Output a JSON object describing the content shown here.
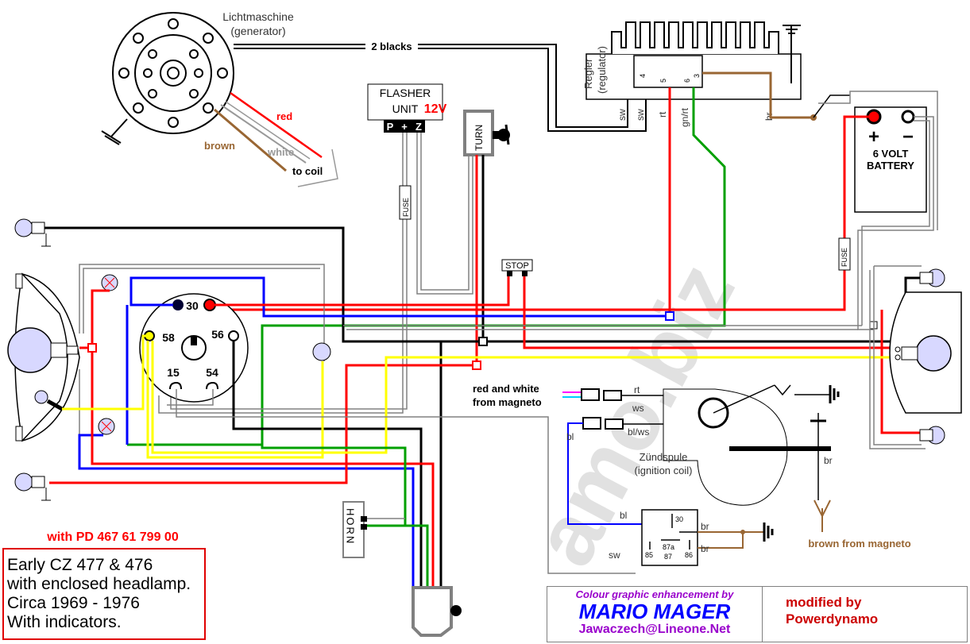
{
  "generator": {
    "label_de": "Lichtmaschine",
    "label_en": "(generator)"
  },
  "wires_top": {
    "two_blacks": "2 blacks",
    "red": "red",
    "brown": "brown",
    "white": "white",
    "to_coil": "to coil"
  },
  "flasher": {
    "title": "FLASHER",
    "unit": "UNIT",
    "voltage": "12V",
    "terminals": [
      "P",
      "+",
      "Z"
    ]
  },
  "fuse_label": "FUSE",
  "turn_switch": "TURN",
  "stop_switch": "STOP",
  "regulator": {
    "label_de": "Regler",
    "label_en": "(regulator)",
    "pins": [
      "4",
      "5",
      "6",
      "3"
    ],
    "wire_labels": [
      "sw",
      "sw",
      "rt",
      "gn/rt",
      "br"
    ]
  },
  "battery": {
    "plus": "+",
    "minus": "−",
    "title": "6 VOLT",
    "subtitle": "BATTERY"
  },
  "ignition_switch": {
    "terminals": [
      "30",
      "58",
      "56",
      "15",
      "54"
    ]
  },
  "magneto": {
    "label": "red and white\nfrom magneto",
    "line1": "red and white",
    "line2": "from magneto"
  },
  "coil_wires": {
    "rt": "rt",
    "ws": "ws",
    "bl": "bl",
    "blws": "bl/ws",
    "br": "br"
  },
  "ignition_coil": {
    "label_de": "Zündspule",
    "label_en": "(ignition coil)"
  },
  "relay": {
    "pins": [
      "30",
      "87a",
      "87",
      "85",
      "86"
    ],
    "bl": "bl",
    "br1": "br",
    "br2": "br",
    "sw": "sw"
  },
  "brown_from_magneto": "brown from magneto",
  "horn": "HORN",
  "part_number": "with PD  467 61 799 00",
  "info_lines": [
    "Early CZ 477 & 476",
    "with enclosed headlamp.",
    "Circa 1969 - 1976",
    "With indicators."
  ],
  "credit": {
    "line1": "Colour graphic enhancement by",
    "name": "MARIO MAGER",
    "email": "Jawaczech@Lineone.Net",
    "modified": "modified by",
    "modifier": "Powerdynamo"
  },
  "watermark": "amo.biz",
  "colors": {
    "red": "#ff0000",
    "blue": "#0000ff",
    "green": "#00a000",
    "yellow": "#ffff00",
    "black": "#000000",
    "brown": "#996633",
    "purple": "#9900cc",
    "wire_gray": "#808080"
  }
}
